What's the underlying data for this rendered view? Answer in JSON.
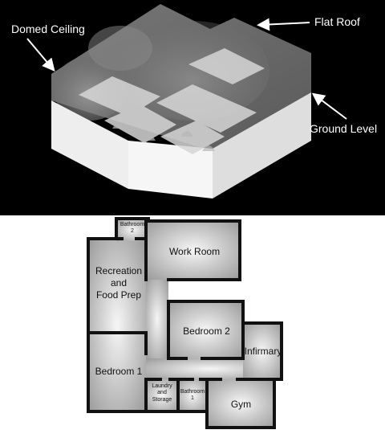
{
  "isometric_view": {
    "labels": {
      "domed_ceiling": "Domed Ceiling",
      "flat_roof": "Flat Roof",
      "ground_level": "Ground Level"
    }
  },
  "floor_plan": {
    "rooms": {
      "bathroom_2": [
        "Bathroom",
        "2"
      ],
      "work_room": "Work Room",
      "recreation": [
        "Recreation",
        "and",
        "Food Prep"
      ],
      "bedroom_2": "Bedroom 2",
      "infirmary": "Infirmary",
      "bedroom_1": "Bedroom 1",
      "laundry": [
        "Laundry",
        "and",
        "Storage"
      ],
      "bathroom_1": [
        "Bathroom",
        "1"
      ],
      "gym": "Gym"
    }
  },
  "colors": {
    "top_background": "#000000",
    "plan_background": "#ffffff",
    "wall": "#111111",
    "floor": "#c8c8c8"
  }
}
